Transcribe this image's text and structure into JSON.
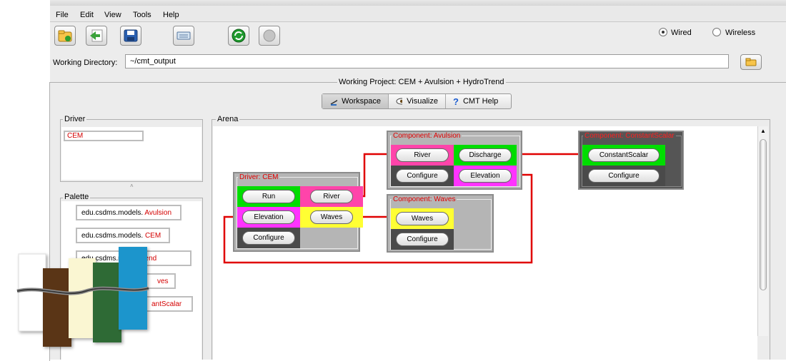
{
  "menu": [
    "File",
    "Edit",
    "View",
    "Tools",
    "Help"
  ],
  "toolbar": {
    "buttons": [
      "open-folder-icon",
      "import-icon",
      "save-icon",
      "keyboard-icon",
      "run-icon",
      "stop-icon"
    ],
    "mode_options": [
      {
        "label": "Wired",
        "selected": true
      },
      {
        "label": "Wireless",
        "selected": false
      }
    ]
  },
  "working_directory": {
    "label": "Working Directory:",
    "value": "~/cmt_output"
  },
  "project": {
    "title": "Working Project: CEM + Avulsion + HydroTrend"
  },
  "tabs": [
    {
      "label": "Workspace",
      "icon": "pen-icon",
      "selected": true
    },
    {
      "label": "Visualize",
      "icon": "eye-icon",
      "selected": false
    },
    {
      "label": "CMT Help",
      "icon": "question-icon",
      "selected": false
    }
  ],
  "driver": {
    "legend": "Driver",
    "value": "CEM"
  },
  "palette": {
    "legend": "Palette",
    "items": [
      {
        "prefix": "edu.csdms.models.",
        "name": "Avulsion"
      },
      {
        "prefix": "edu.csdms.models.",
        "name": "CEM"
      },
      {
        "prefix": "edu.csdms.mo",
        "name": "droTrend"
      },
      {
        "prefix": "",
        "name": "ves"
      },
      {
        "prefix": "",
        "name": "antScalar"
      }
    ]
  },
  "arena": {
    "legend": "Arena",
    "components": {
      "driver_cem": {
        "title": "Driver: CEM",
        "ports": [
          "Run",
          "River",
          "Elevation",
          "Waves",
          "Configure"
        ]
      },
      "avulsion": {
        "title": "Component: Avulsion",
        "ports": [
          "River",
          "Discharge",
          "Configure",
          "Elevation"
        ]
      },
      "waves": {
        "title": "Component: Waves",
        "ports": [
          "Waves",
          "Configure"
        ]
      },
      "constant_scalar": {
        "title": "Component: ConstantScalar",
        "ports": [
          "ConstantScalar",
          "Configure"
        ]
      }
    }
  },
  "colors": {
    "uses_port": "#00dd00",
    "provides_port": "#ff44aa",
    "elevation_port": "#ff33ff",
    "waves_port": "#ffff33",
    "configure_cell": "#4a4a4a",
    "connection": "#e00000",
    "logo": [
      "#ffffff",
      "#5a3415",
      "#faf6d2",
      "#2f6b35",
      "#1a95cc"
    ]
  }
}
